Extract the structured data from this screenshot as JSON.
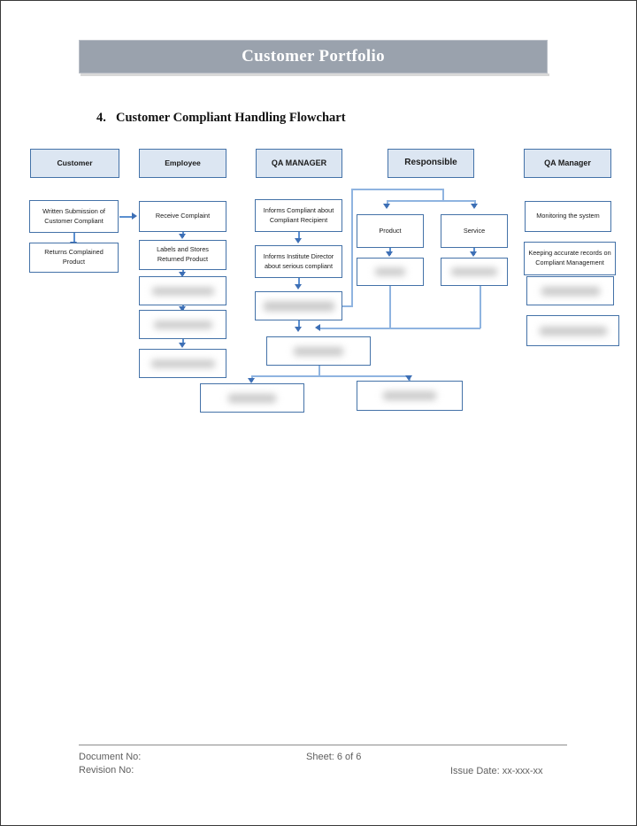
{
  "document": {
    "banner_title": "Customer Portfolio",
    "section_number": "4.",
    "section_title": "Customer Compliant Handling Flowchart"
  },
  "colors": {
    "banner_gray": "#9aa2ad",
    "header_box_fill": "#dce6f2",
    "box_border_blue": "#4472a8",
    "connector_blue": "#5b8fd0"
  },
  "flowchart": {
    "columns": [
      {
        "label": "Customer"
      },
      {
        "label": "Employee"
      },
      {
        "label": "QA MANAGER"
      },
      {
        "label": "Responsible"
      },
      {
        "label": "QA Manager"
      }
    ],
    "customer": [
      {
        "label": "Written Submission of Customer Compliant",
        "redacted": false
      },
      {
        "label": "Returns Complained Product",
        "redacted": false
      }
    ],
    "employee": [
      {
        "label": "Receive Complaint",
        "redacted": false
      },
      {
        "label": "Labels and Stores Returned Product",
        "redacted": false
      },
      {
        "label": "",
        "redacted": true
      },
      {
        "label": "",
        "redacted": true
      },
      {
        "label": "",
        "redacted": true
      }
    ],
    "qa_manager": [
      {
        "label": "Informs Compliant about Compliant Recipient",
        "redacted": false
      },
      {
        "label": "Informs Institute Director about serious compliant",
        "redacted": false
      },
      {
        "label": "",
        "redacted": true
      }
    ],
    "responsible": [
      {
        "label": "Product",
        "redacted": false
      },
      {
        "label": "Service",
        "redacted": false
      },
      {
        "label": "",
        "redacted": true
      },
      {
        "label": "",
        "redacted": true
      }
    ],
    "qa_manager_right": [
      {
        "label": "Monitoring the system",
        "redacted": false
      },
      {
        "label": "Keeping accurate records on Compliant Management",
        "redacted": false
      },
      {
        "label": "",
        "redacted": true
      },
      {
        "label": "",
        "redacted": true
      }
    ],
    "bottom": [
      {
        "label": "",
        "redacted": true
      },
      {
        "label": "",
        "redacted": true
      },
      {
        "label": "",
        "redacted": true
      }
    ]
  },
  "footer": {
    "document_no": "Document No:",
    "revision_no": "Revision No:",
    "sheet": "Sheet: 6 of 6",
    "issue_date": "Issue Date: xx-xxx-xx"
  }
}
